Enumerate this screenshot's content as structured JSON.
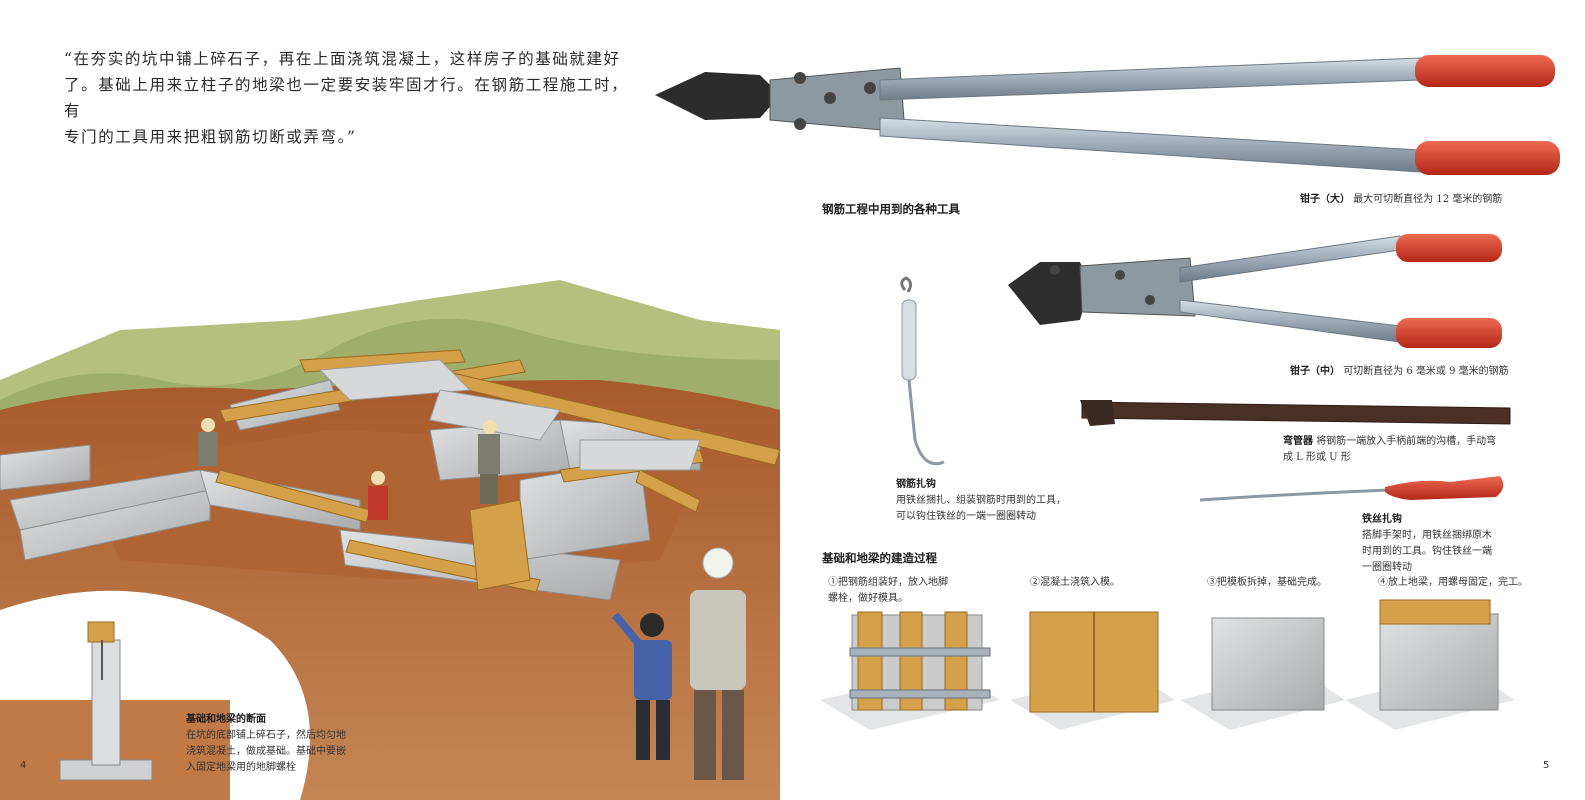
{
  "quote": {
    "line1": "“在夯实的坑中铺上碎石子，再在上面浇筑混凝土，这样房子的基础就建好",
    "line2": "了。基础上用来立柱子的地梁也一定要安装牢固才行。在钢筋工程施工时，有",
    "line3": "专门的工具用来把粗钢筋切断或弄弯。”"
  },
  "tools_heading": "钢筋工程中用到的各种工具",
  "tools": {
    "large_cutter": {
      "name": "钳子（大）",
      "desc": "最大可切断直径为 12 毫米的钢筋"
    },
    "medium_cutter": {
      "name": "钳子（中）",
      "desc": "可切断直径为 6 毫米或 9 毫米的钢筋"
    },
    "rebar_hook": {
      "name": "钢筋扎钩",
      "desc_line1": "用铁丝捆扎、组装钢筋时用到的工具，",
      "desc_line2": "可以钩住铁丝的一端一圈圈转动"
    },
    "bender": {
      "name": "弯管器",
      "desc_line1": "将钢筋一端放入手柄前端的沟槽，手动弯",
      "desc_line2": "成 L 形或 U 形"
    },
    "wire_hook": {
      "name": "铁丝扎钩",
      "desc_line1": "搭脚手架时，用铁丝捆绑原木",
      "desc_line2": "时用到的工具。钩住铁丝一端",
      "desc_line3": "一圈圈转动"
    }
  },
  "process_heading": "基础和地梁的建造过程",
  "steps": [
    {
      "line1": "①把钢筋组装好，放入地脚",
      "line2": "螺栓，做好模具。"
    },
    {
      "line1": "②混凝土浇筑入模。",
      "line2": ""
    },
    {
      "line1": "③把模板拆掉，基础完成。",
      "line2": ""
    },
    {
      "line1": "④放上地梁，用螺母固定，完工。",
      "line2": ""
    }
  ],
  "section_caption": {
    "title": "基础和地梁的断面",
    "line1": "在坑的底部铺上碎石子，然后均匀地",
    "line2": "浇筑混凝土，做成基础。基础中要嵌",
    "line3": "入固定地梁用的地脚螺栓"
  },
  "page_left": "4",
  "page_right": "5",
  "colors": {
    "soil": "#b86a3a",
    "concrete": "#c9cacb",
    "wood": "#d4a04a",
    "handle_red": "#d63a2a",
    "steel": "#a7b3bf",
    "grass": "#9fae6a"
  }
}
